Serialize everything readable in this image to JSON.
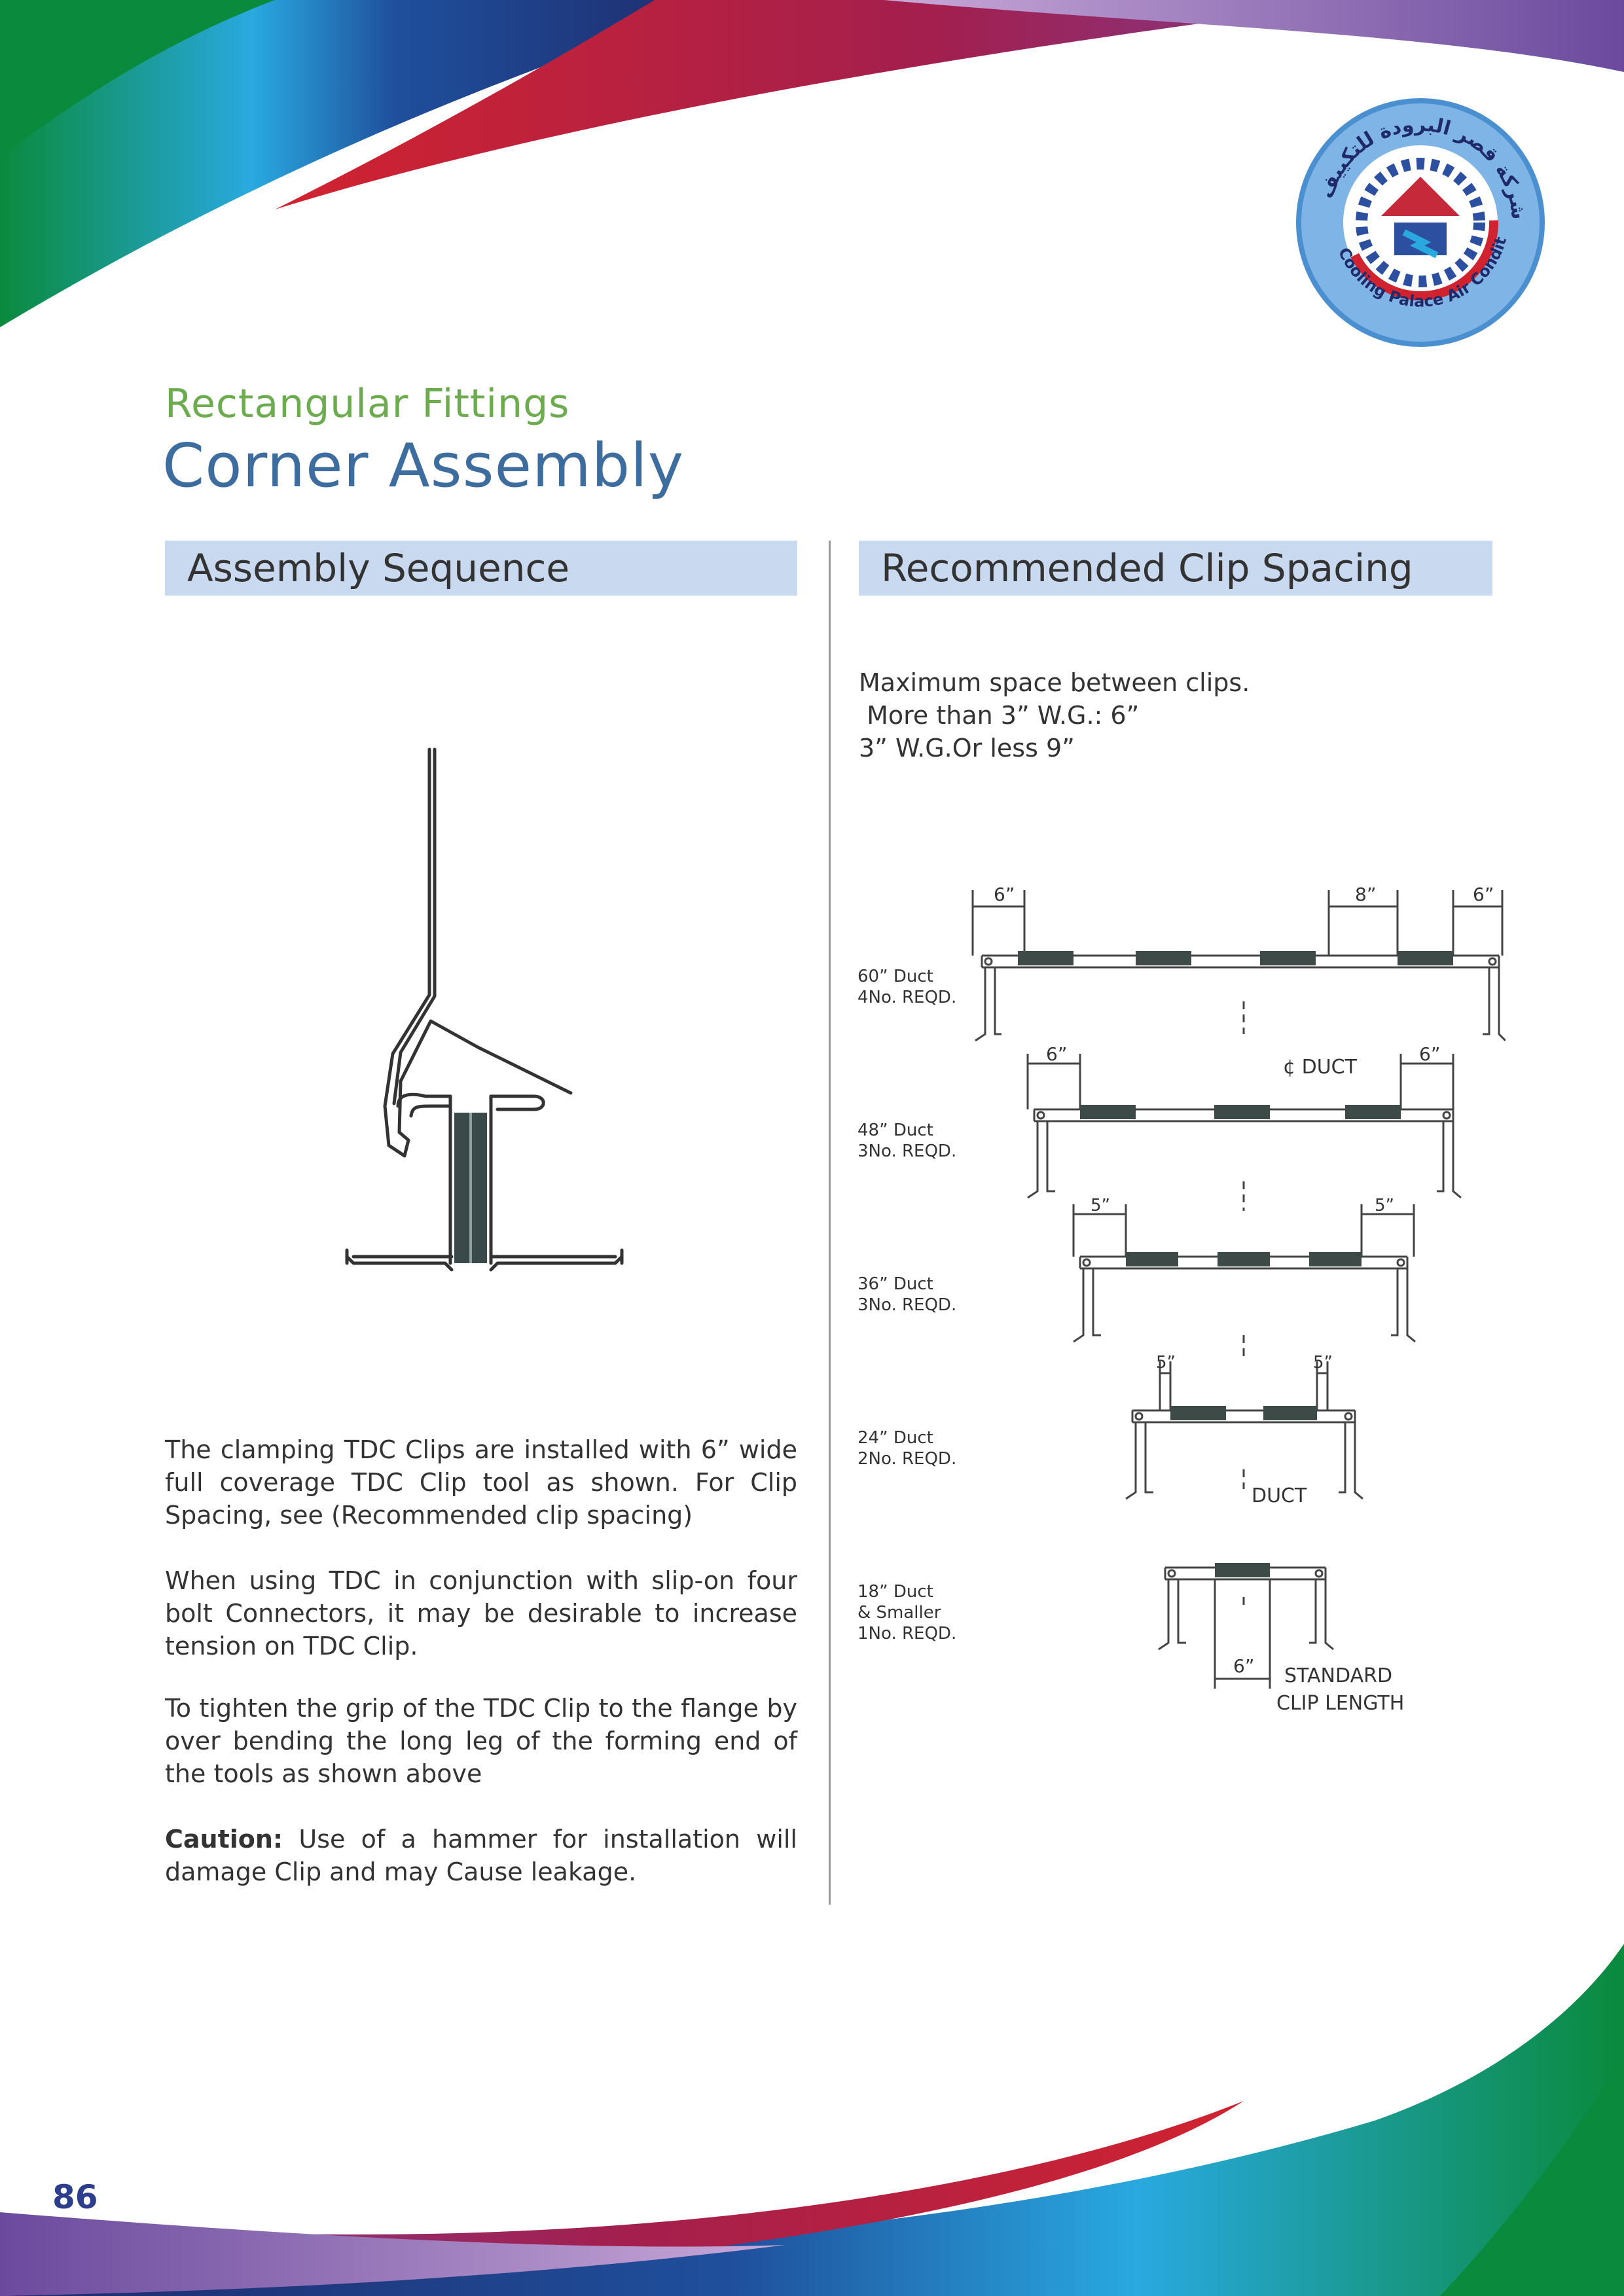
{
  "header": {
    "kicker": "Rectangular Fittings",
    "title": "Corner Assembly"
  },
  "logo": {
    "arabic_text": "شركة قصر البرودة للتكييف",
    "english_text": "Cooling Palace Air Conditioning Co."
  },
  "left": {
    "heading": "Assembly Sequence",
    "paragraphs": [
      "The clamping TDC Clips are installed with 6” wide full coverage TDC Clip tool as shown. For Clip Spacing, see (Recommended clip spacing)",
      "When using TDC in conjunction with slip-on four bolt Connectors, it may be desirable to increase tension on TDC Clip.",
      "To tighten the grip of the TDC Clip to the flange by over bending the long leg of the forming end of the tools as shown above"
    ],
    "caution_label": "Caution:",
    "caution_text": " Use of a hammer for installation will damage Clip and may Cause leakage."
  },
  "right": {
    "heading": "Recommended Clip Spacing",
    "note_line1": "Maximum space between clips.",
    "note_line2": " More than 3” W.G.: 6”",
    "note_line3": "3” W.G.Or less 9”",
    "diagram": {
      "rows": [
        {
          "duct": "60” Duct",
          "reqd": "4No. REQD.",
          "dim_left": "6”",
          "dim_mid": "8”",
          "dim_right": "6”"
        },
        {
          "duct": "48” Duct",
          "reqd": "3No. REQD.",
          "dim_left": "6”",
          "dim_right": "6”"
        },
        {
          "duct": "36” Duct",
          "reqd": "3No. REQD.",
          "dim_left": "5”",
          "dim_right": "5”"
        },
        {
          "duct": "24” Duct",
          "reqd": "2No. REQD.",
          "dim_left": "5”",
          "dim_right": "5”"
        },
        {
          "duct": "18” Duct",
          "reqd_line1": "& Smaller",
          "reqd": "1No. REQD.",
          "dim_std": "6”"
        }
      ],
      "cl_duct_label": "¢ DUCT",
      "duct_label": "DUCT",
      "std_label_1": "STANDARD",
      "std_label_2": "CLIP LENGTH"
    }
  },
  "footer": {
    "page_number": "86"
  },
  "colors": {
    "green": "#0a8a3c",
    "blue": "#29a9e0",
    "navy": "#1f2a6b",
    "red": "#d1232f",
    "purple": "#9a4e95",
    "title_blue": "#3d6d9e",
    "kicker_green": "#6dab4f",
    "heading_bg": "#c9d9f0"
  }
}
